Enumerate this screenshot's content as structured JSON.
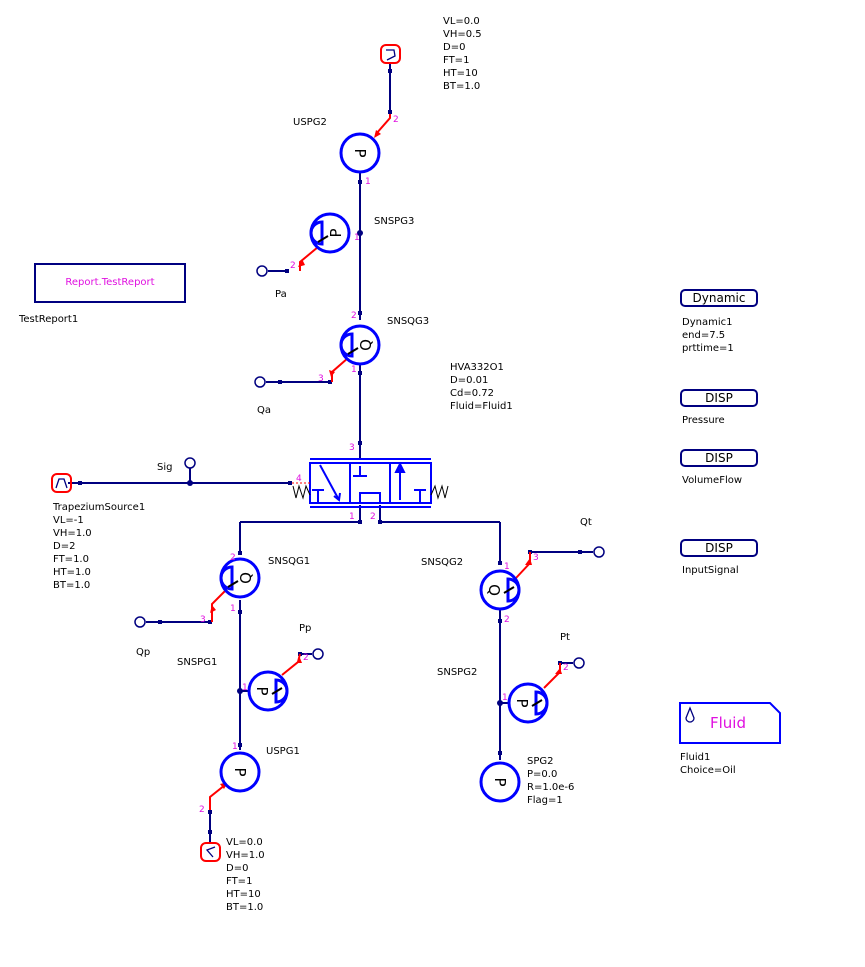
{
  "report": {
    "label": "Report.TestReport",
    "name": "TestReport1"
  },
  "uspg2": {
    "name": "USPG2",
    "symbol": "P"
  },
  "top_source": {
    "params": "VL=0.0\nVH=0.5\nD=0\nFT=1\nHT=10\nBT=1.0"
  },
  "snspg3": {
    "name": "SNSPG3",
    "symbol": "P"
  },
  "pa": {
    "name": "Pa"
  },
  "snsqg3": {
    "name": "SNSQG3",
    "symbol": "Q"
  },
  "qa": {
    "name": "Qa"
  },
  "valve": {
    "params": "HVA332O1\nD=0.01\nCd=0.72\nFluid=Fluid1"
  },
  "sig": {
    "name": "Sig"
  },
  "trapezium": {
    "params": "TrapeziumSource1\nVL=-1\nVH=1.0\nD=2\nFT=1.0\nHT=1.0\nBT=1.0"
  },
  "snsqg1": {
    "name": "SNSQG1",
    "symbol": "Q"
  },
  "qp": {
    "name": "Qp"
  },
  "pp": {
    "name": "Pp"
  },
  "snspg1": {
    "name": "SNSPG1",
    "symbol": "P"
  },
  "uspg1": {
    "name": "USPG1",
    "symbol": "P"
  },
  "bottom_source": {
    "params": "VL=0.0\nVH=1.0\nD=0\nFT=1\nHT=10\nBT=1.0"
  },
  "snsqg2": {
    "name": "SNSQG2",
    "symbol": "Q"
  },
  "qt": {
    "name": "Qt"
  },
  "pt": {
    "name": "Pt"
  },
  "snspg2": {
    "name": "SNSPG2",
    "symbol": "P"
  },
  "spg2": {
    "params": "SPG2\nP=0.0\nR=1.0e-6\nFlag=1",
    "symbol": "P"
  },
  "dynamic": {
    "label": "Dynamic",
    "params": "Dynamic1\nend=7.5\nprttime=1"
  },
  "disp_pressure": {
    "label": "DISP",
    "name": "Pressure"
  },
  "disp_volumeflow": {
    "label": "DISP",
    "name": "VolumeFlow"
  },
  "disp_inputsignal": {
    "label": "DISP",
    "name": "InputSignal"
  },
  "fluid": {
    "label": "Fluid",
    "params": "Fluid1\nChoice=Oil"
  },
  "pins": {
    "p1": "1",
    "p2": "2",
    "p3": "3",
    "p4": "4"
  },
  "colors": {
    "wire": "#000080",
    "component": "#0000ff",
    "signal": "#ff0000",
    "pin_label": "#e010e0"
  }
}
